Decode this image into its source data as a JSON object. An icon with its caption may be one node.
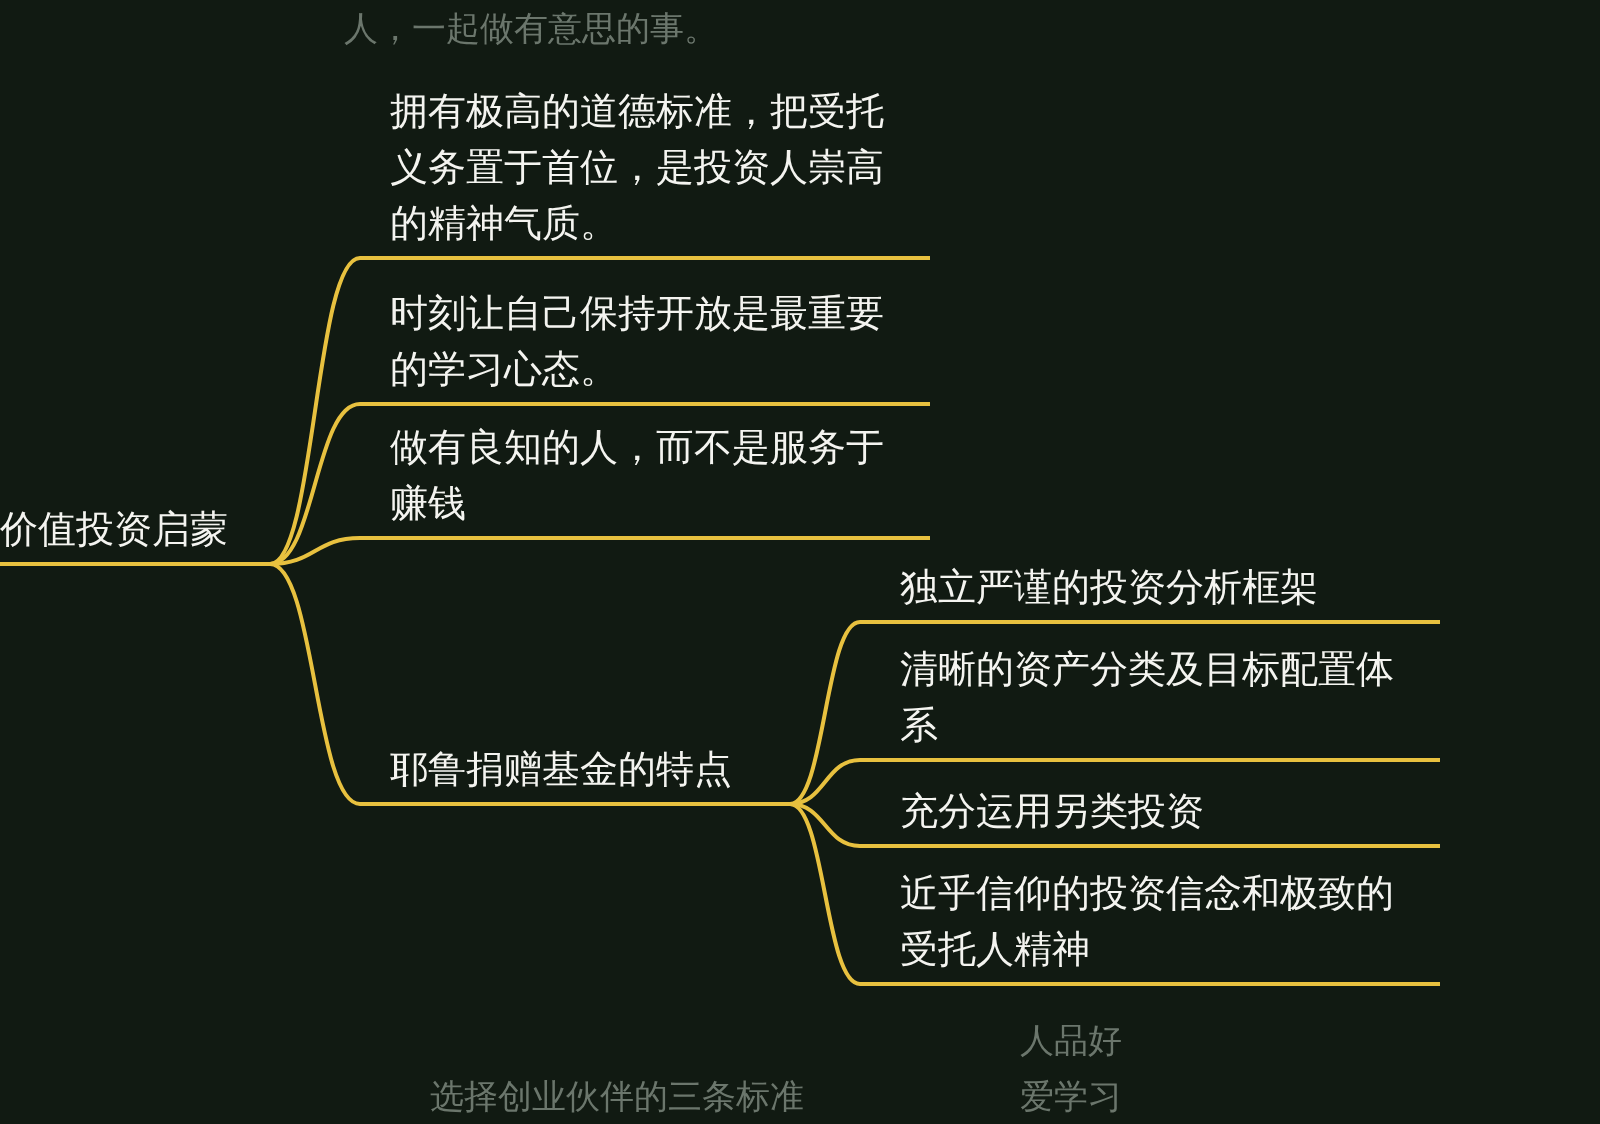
{
  "diagram": {
    "nodes": [
      {
        "text": [
          "价值投资启蒙"
        ]
      },
      {
        "text": [
          "拥有极高的道德标准，把受托义务置于首位，是投资人崇高的精神气质。"
        ]
      },
      {
        "text": [
          "时刻让自己保持开放是最重要的学习心态。"
        ]
      },
      {
        "text": [
          "做有良知的人，而不是服务于赚钱"
        ]
      },
      {
        "text": [
          "耶鲁捐赠基金的特点"
        ]
      },
      {
        "text": [
          "独立严谨的投资分析框架"
        ]
      },
      {
        "text": [
          "清晰的资产分类及目标配置体系"
        ]
      },
      {
        "text": [
          "充分运用另类投资"
        ]
      },
      {
        "text": [
          "近乎信仰的投资信念和极致的受托人精神"
        ]
      }
    ],
    "edges": [
      {
        "from": 0,
        "to": 1,
        "arrow": "none"
      },
      {
        "from": 0,
        "to": 2,
        "arrow": "none"
      },
      {
        "from": 0,
        "to": 3,
        "arrow": "none"
      },
      {
        "from": 0,
        "to": 4,
        "arrow": "none"
      },
      {
        "from": 4,
        "to": 5,
        "arrow": "none"
      },
      {
        "from": 4,
        "to": 6,
        "arrow": "none"
      },
      {
        "from": 4,
        "to": 7,
        "arrow": "none"
      },
      {
        "from": 4,
        "to": 8,
        "arrow": "none"
      }
    ],
    "labels": [
      "人，一起做有意思的事。",
      "人品好",
      "选择创业伙伴的三条标准",
      "爱学习"
    ]
  }
}
